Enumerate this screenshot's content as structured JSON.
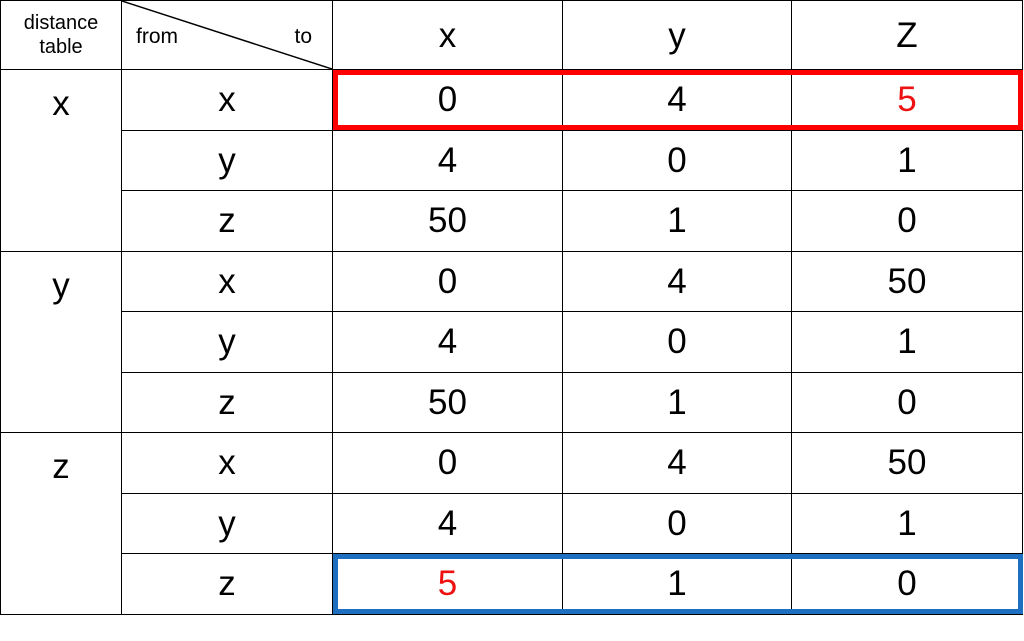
{
  "corner_label": "distance\ntable",
  "diag_from": "from",
  "diag_to": "to",
  "columns": [
    "x",
    "y",
    "Z"
  ],
  "groups": [
    {
      "label": "x",
      "rows": [
        {
          "from": "x",
          "values": [
            "0",
            "4",
            "5"
          ],
          "highlight_cols": [
            2
          ]
        },
        {
          "from": "y",
          "values": [
            "4",
            "0",
            "1"
          ],
          "highlight_cols": []
        },
        {
          "from": "z",
          "values": [
            "50",
            "1",
            "0"
          ],
          "highlight_cols": []
        }
      ]
    },
    {
      "label": "y",
      "rows": [
        {
          "from": "x",
          "values": [
            "0",
            "4",
            "50"
          ],
          "highlight_cols": []
        },
        {
          "from": "y",
          "values": [
            "4",
            "0",
            "1"
          ],
          "highlight_cols": []
        },
        {
          "from": "z",
          "values": [
            "50",
            "1",
            "0"
          ],
          "highlight_cols": []
        }
      ]
    },
    {
      "label": "z",
      "rows": [
        {
          "from": "x",
          "values": [
            "0",
            "4",
            "50"
          ],
          "highlight_cols": []
        },
        {
          "from": "y",
          "values": [
            "4",
            "0",
            "1"
          ],
          "highlight_cols": []
        },
        {
          "from": "z",
          "values": [
            "5",
            "1",
            "0"
          ],
          "highlight_cols": [
            0
          ]
        }
      ]
    }
  ],
  "colors": {
    "changed_value": "#ee1111",
    "box_top": "#ff0000",
    "box_bottom": "#1e6fbf"
  }
}
